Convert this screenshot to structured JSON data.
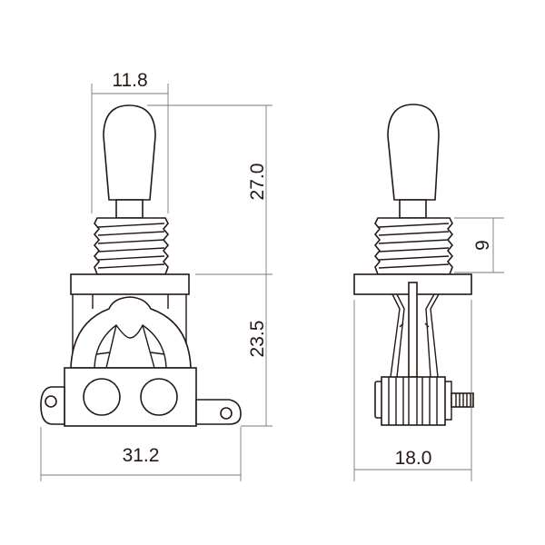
{
  "dimensions": {
    "lever_width": "11.8",
    "upper_height": "27.0",
    "lower_height": "23.5",
    "total_width": "31.2",
    "thread_length": "9",
    "side_width": "18.0"
  },
  "colors": {
    "line": "#231815",
    "dimension_line": "#7a7a7a",
    "background": "#ffffff"
  }
}
